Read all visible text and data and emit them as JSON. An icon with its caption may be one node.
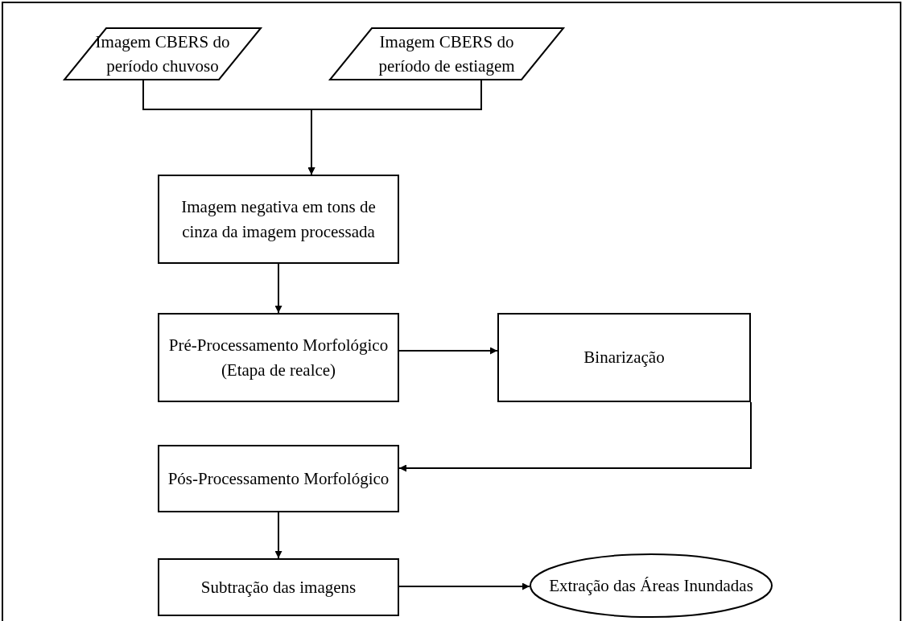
{
  "diagram": {
    "nodes": [
      {
        "text": [
          "Imagem CBERS do período chuvoso"
        ]
      },
      {
        "text": [
          "Imagem CBERS do período de estiagem"
        ]
      },
      {
        "text": [
          "Imagem negativa em tons de cinza da imagem processada"
        ]
      },
      {
        "text": [
          "Pré-Processamento Morfológico (Etapa de realce)"
        ]
      },
      {
        "text": [
          "Binarização"
        ]
      },
      {
        "text": [
          "Pós-Processamento Morfológico"
        ]
      },
      {
        "text": [
          "Subtração das imagens"
        ]
      },
      {
        "text": [
          "Extração das Áreas Inundadas"
        ]
      }
    ],
    "edges": [
      {
        "from": 0,
        "to": 2,
        "arrow": "to"
      },
      {
        "from": 1,
        "to": 2,
        "arrow": "to"
      },
      {
        "from": 2,
        "to": 3,
        "arrow": "to"
      },
      {
        "from": 3,
        "to": 4,
        "arrow": "to"
      },
      {
        "from": 4,
        "to": 5,
        "arrow": "to"
      },
      {
        "from": 5,
        "to": 6,
        "arrow": "to"
      },
      {
        "from": 6,
        "to": 7,
        "arrow": "to"
      }
    ]
  }
}
